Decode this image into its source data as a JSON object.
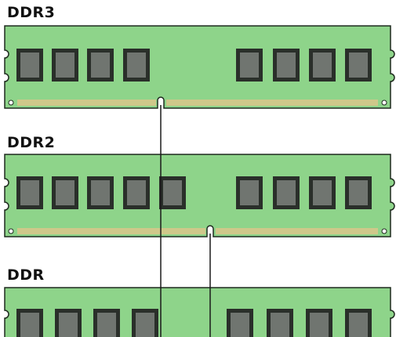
{
  "modules": [
    {
      "name": "DDR3"
    },
    {
      "name": "DDR2"
    },
    {
      "name": "DDR"
    }
  ],
  "colors": {
    "pcb": "#8ed48a",
    "pcb_edge": "#1e2a1e",
    "chip_outer": "#2a2f2a",
    "chip_inner": "#707570",
    "contacts": "#cfc88a",
    "guide_line": "#1a1a1a"
  }
}
